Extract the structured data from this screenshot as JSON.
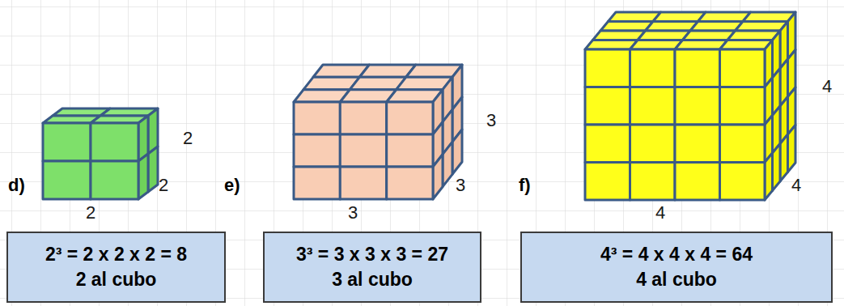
{
  "diagram": {
    "nodes": [
      {
        "text": [
          "2³ = 2 x 2 x 2 = 8",
          "2 al cubo"
        ]
      },
      {
        "text": [
          "3³ = 3 x 3 x 3 = 27",
          "3 al cubo"
        ]
      },
      {
        "text": [
          "4³ = 4 x 4 x 4 = 64",
          "4 al cubo"
        ]
      }
    ],
    "labels": [
      "d)",
      "2",
      "2",
      "2",
      "e)",
      "3",
      "3",
      "3",
      "f)",
      "4",
      "4",
      "4"
    ]
  }
}
